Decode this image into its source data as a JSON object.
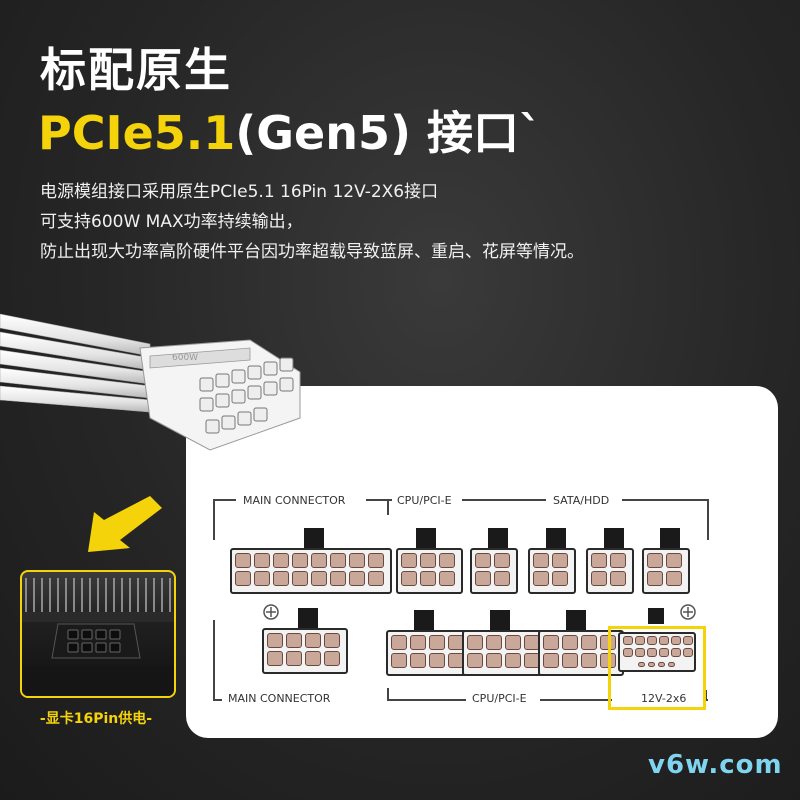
{
  "heading": {
    "line1": "标配原生",
    "line2_highlight": "PCIe5.1",
    "line2_rest": "(Gen5) 接口`"
  },
  "description": [
    "电源模组接口采用原生PCIe5.1 16Pin 12V-2X6接口",
    "可支持600W MAX功率持续输出，",
    "防止出现大功率高阶硬件平台因功率超载导致蓝屏、重启、花屏等情况。"
  ],
  "panel": {
    "top_labels": {
      "main": "MAIN CONNECTOR",
      "cpu": "CPU/PCI-E",
      "sata": "SATA/HDD"
    },
    "bottom_labels": {
      "main": "MAIN CONNECTOR",
      "cpu": "CPU/PCI-E",
      "hpwr": "12V-2x6"
    }
  },
  "cable_text": "600W",
  "inset_caption": "-显卡16Pin供电-",
  "watermark": "v6w.com",
  "colors": {
    "highlight": "#f5d30a",
    "watermark": "#7fd4f0",
    "background": "#262626"
  }
}
